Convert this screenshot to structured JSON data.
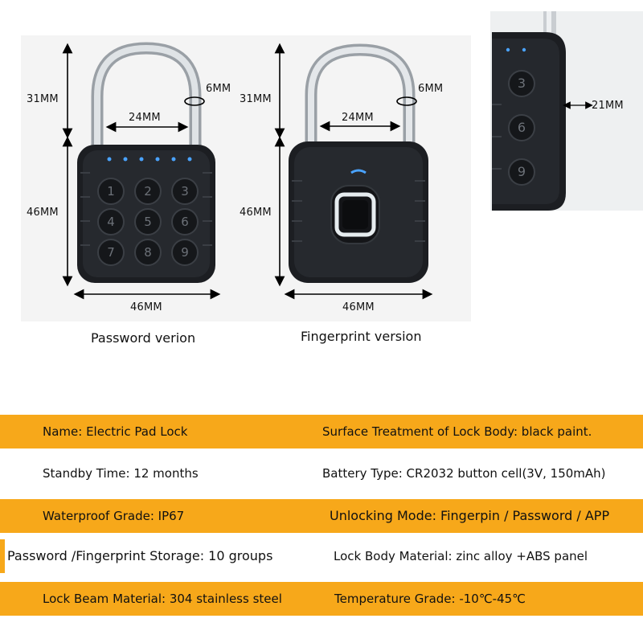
{
  "dimensions": {
    "shackle_height": "31MM",
    "shackle_width": "24MM",
    "shackle_thickness": "6MM",
    "body_height": "46MM",
    "body_width": "46MM",
    "body_depth": "21MM"
  },
  "keypad": {
    "digits": [
      "1",
      "2",
      "3",
      "4",
      "5",
      "6",
      "7",
      "8",
      "9"
    ],
    "side_digits": [
      "3",
      "6",
      "9"
    ]
  },
  "captions": {
    "password_version": "Password verion",
    "fingerprint_version": "Fingerprint version"
  },
  "specs": [
    {
      "left": "Name: Electric Pad Lock",
      "right": "Surface Treatment of Lock Body: black paint."
    },
    {
      "left": "Standby Time: 12 months",
      "right": "Battery Type: CR2032 button cell(3V, 150mAh)"
    },
    {
      "left": "Waterproof Grade: IP67",
      "right": "Unlocking Mode:  Fingerpin / Password / APP"
    },
    {
      "left": "Password /Fingerprint Storage: 10 groups",
      "right": "Lock Body Material: zinc alloy +ABS panel"
    },
    {
      "left": "Lock Beam Material: 304 stainless steel",
      "right": "Temperature Grade: -10℃-45℃"
    }
  ],
  "colors": {
    "accent_yellow": "#f7a81a",
    "lock_body": "#1c1e22",
    "shackle": "#c9cdd1",
    "fingerprint_ring": "#dfe6ea",
    "led_blue": "#4aa3ff"
  }
}
